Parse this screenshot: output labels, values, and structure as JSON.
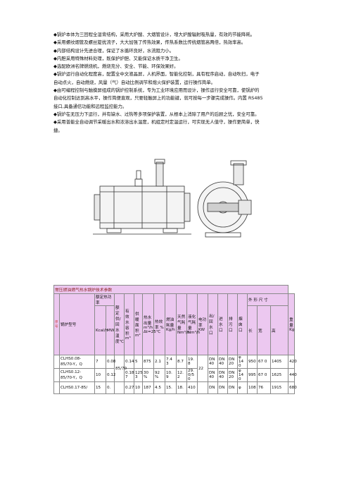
{
  "bullets": [
    {
      "lines": [
        "◆锅炉本体为三回程全湿背结构，采用大炉膛、大烟管设计，增大炉膛辐射吸热量，有效的节能降耗。"
      ]
    },
    {
      "lines": [
        "◆采用螺纹烟管及螺丝旋扰流子，大大加强了传热效果，传热系数比传统烟管高两倍，热效率高。"
      ]
    },
    {
      "lines": [
        "◆内部结构设计先进合理，保证了水循环良好，水流阻力小。"
      ]
    },
    {
      "lines": [
        "◆内胆采用特殊材料处理，既保护炉胆、又能保证水质干净卫生。"
      ]
    },
    {
      "lines": [
        "◆选配欧洲名牌燃烧机，燃烧充分、安全、节能、环保效果好。"
      ]
    },
    {
      "lines": [
        "◆锅炉运行自动化程度高，配置全中文液晶屏，人机界面，智能化控制，具有程序启动，自动吹扫，电子",
        "自动点火，自动燃烧，风量（气）自动比例调节和熄火保护装置，运行操作简单。"
      ]
    },
    {
      "lines": [
        "◆由可编程控制与触摸屏组成的锅炉控制系统，专为工业环境应用而设计，操作运行安全可靠，使锅炉的",
        "自动化控制达到高水平，操作简便直观，只要轻触屏上的功能键，就可按每一步骤完成操作。内置 RS485",
        "接口,具备通信功能和远程监控能力。"
      ]
    },
    {
      "lines": [
        "◆锅炉在无压力下运行，并有缺水、过热等多项保护装置，从根本上消除了用户的后顾之忧，安全可靠。"
      ]
    },
    {
      "lines": [
        "◆采用普能全自动调节采暖出水和浓溶出水温度，机组定时定温运行，可实现无人值守，操作更简单，快",
        "捷。"
      ]
    }
  ],
  "table": {
    "title": "常压燃油燃气热水锅炉技术参数",
    "side_labels": {
      "top": "序",
      "bottom": "号"
    },
    "headers": {
      "model": "锅炉型号",
      "rated_heat": "额定热功率",
      "rated_heat_units": [
        "Kcal/h",
        "MW"
      ],
      "rated_temp": "额定供/回水温度℃",
      "water_volume": "有效水容积 m³",
      "heating_area": "供暖面积 m²",
      "heat_output": "热水出量 m³/h Δt=25℃",
      "efficiency": "热效率 %",
      "oil": "燃油耗量 Kg/h",
      "gas": "天然气耗量 Nm³/h",
      "lpg": "液化气耗量 Nm³/h",
      "power": "电功率 KW",
      "inlet": "出/回水口",
      "outlet": "进水口",
      "drain": "排污口",
      "chimney": "烟囱口",
      "dims": "外 形 尺 寸",
      "dims_sub": [
        "长",
        "宽",
        "高"
      ],
      "weight": "重量 Kg"
    },
    "rows": [
      {
        "model": "CLHS0.08-85/70-Y，Q",
        "kcal": "7",
        "mw": "0.08",
        "temp": "",
        "vol": "0.14",
        "area": "5",
        "heat": "875",
        "eff": "2.1",
        "oil": "7.4 3",
        "gas": "8.7",
        "lpg": "19. 8",
        "power": "",
        "inlet": "DN 40",
        "outlet": "DN 40",
        "drain": "DN 20",
        "chimney": "φ 14 0",
        "len": "950",
        "wid": "67 0",
        "hgt": "1405",
        "weight": "420"
      },
      {
        "model": "CLHS0.12-85/70-Y，Q",
        "kcal": "10",
        "mw": "0.12",
        "temp": "85/70",
        "vol": "0.18 7",
        "area": "125 3",
        "heat": "",
        "eff": "",
        "oil": "10. 9",
        "gas": "12. 2",
        "lpg": "29. 0/5 0",
        "power": "22",
        "inlet": "DN 40",
        "outlet": "DN 40",
        "drain": "DN 20",
        "chimney": "φ 14 0",
        "len": "995",
        "wid": "67 0",
        "hgt": "1625",
        "weight": "440"
      },
      {
        "model": "CLHS0.17-85/",
        "kcal": "15",
        "mw": "0.",
        "temp": "",
        "vol": "0.27",
        "area": "10",
        "heat": "187",
        "eff": "4.5",
        "oil": "15.",
        "gas": "18.",
        "lpg": "410",
        "power": "",
        "inlet": "DN",
        "outlet": "DN",
        "drain": "DN",
        "chimney": "φ",
        "len": "108",
        "wid": "76",
        "hgt": "1915",
        "weight": "680"
      }
    ],
    "eff_values": [
      "30 %",
      "92 %"
    ],
    "oil_extra": [
      "",
      ""
    ]
  }
}
